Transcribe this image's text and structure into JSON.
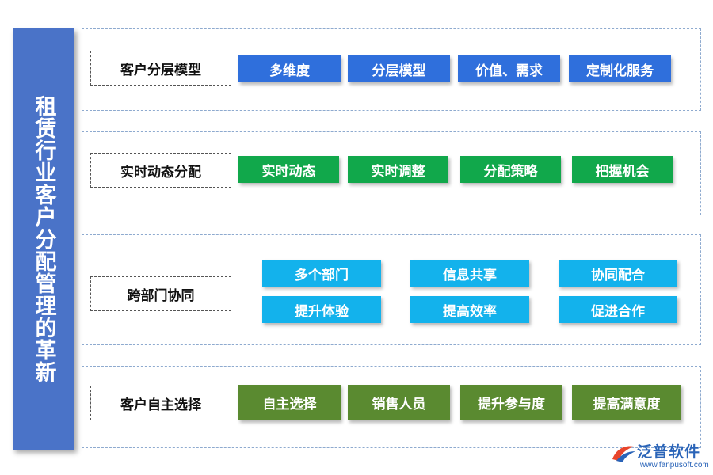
{
  "title": "租赁行业客户分配管理的革新",
  "colors": {
    "title_bar": "#4a73c8",
    "row_border": "#8eaacf",
    "row1_tags": "#2f6fdc",
    "row2_tags": "#11a84b",
    "row3_tags": "#13b2ec",
    "row4_tags": "#5a8a30"
  },
  "rows": [
    {
      "label": "客户分层模型",
      "tags": [
        "多维度",
        "分层模型",
        "价值、需求",
        "定制化服务"
      ]
    },
    {
      "label": "实时动态分配",
      "tags": [
        "实时动态",
        "实时调整",
        "分配策略",
        "把握机会"
      ]
    },
    {
      "label": "跨部门协同",
      "tags": [
        "多个部门",
        "信息共享",
        "协同配合",
        "提升体验",
        "提高效率",
        "促进合作"
      ]
    },
    {
      "label": "客户自主选择",
      "tags": [
        "自主选择",
        "销售人员",
        "提升参与度",
        "提高满意度"
      ]
    }
  ],
  "logo": {
    "name": "泛普软件",
    "url": "www.fanpusoft.com",
    "icon": "fanpu-logo-icon"
  }
}
